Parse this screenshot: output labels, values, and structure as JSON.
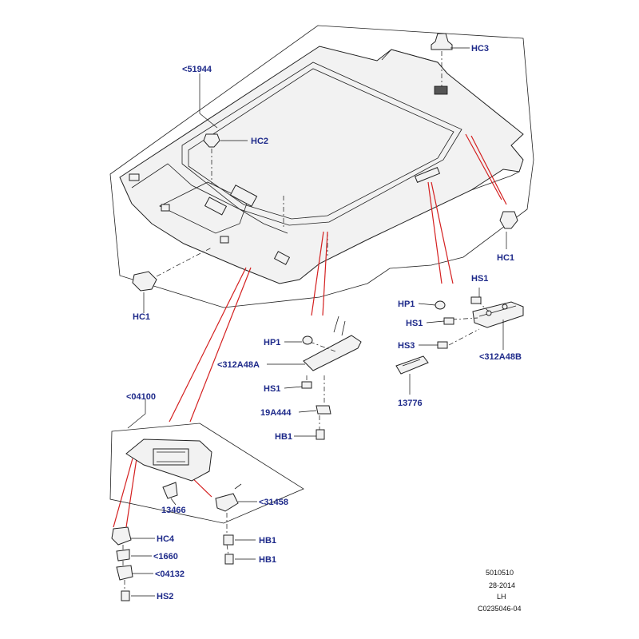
{
  "callouts": {
    "headliner": "<51944",
    "hc3": "HC3",
    "hc2": "HC2",
    "hc1_right": "HC1",
    "hc1_left": "HC1",
    "hs1_right": "HS1",
    "hp1_right": "HP1",
    "hs1_mid_right": "HS1",
    "hs3": "HS3",
    "bracket_right": "<312A48B",
    "lamp": "13776",
    "hp1_mid": "HP1",
    "bracket_mid": "<312A48A",
    "hs1_mid": "HS1",
    "clip_19a": "19A444",
    "hb1_mid": "HB1",
    "visor": "<04100",
    "visor_clip": "13466",
    "visor_mount": "<31458",
    "hb1_a": "HB1",
    "hb1_b": "HB1",
    "hc4": "HC4",
    "part_1660": "<1660",
    "part_04132": "<04132",
    "hs2": "HS2"
  },
  "reference": {
    "line1": "5010510",
    "line2": "28-2014",
    "line3": "LH",
    "line4": "C0235046-04"
  }
}
